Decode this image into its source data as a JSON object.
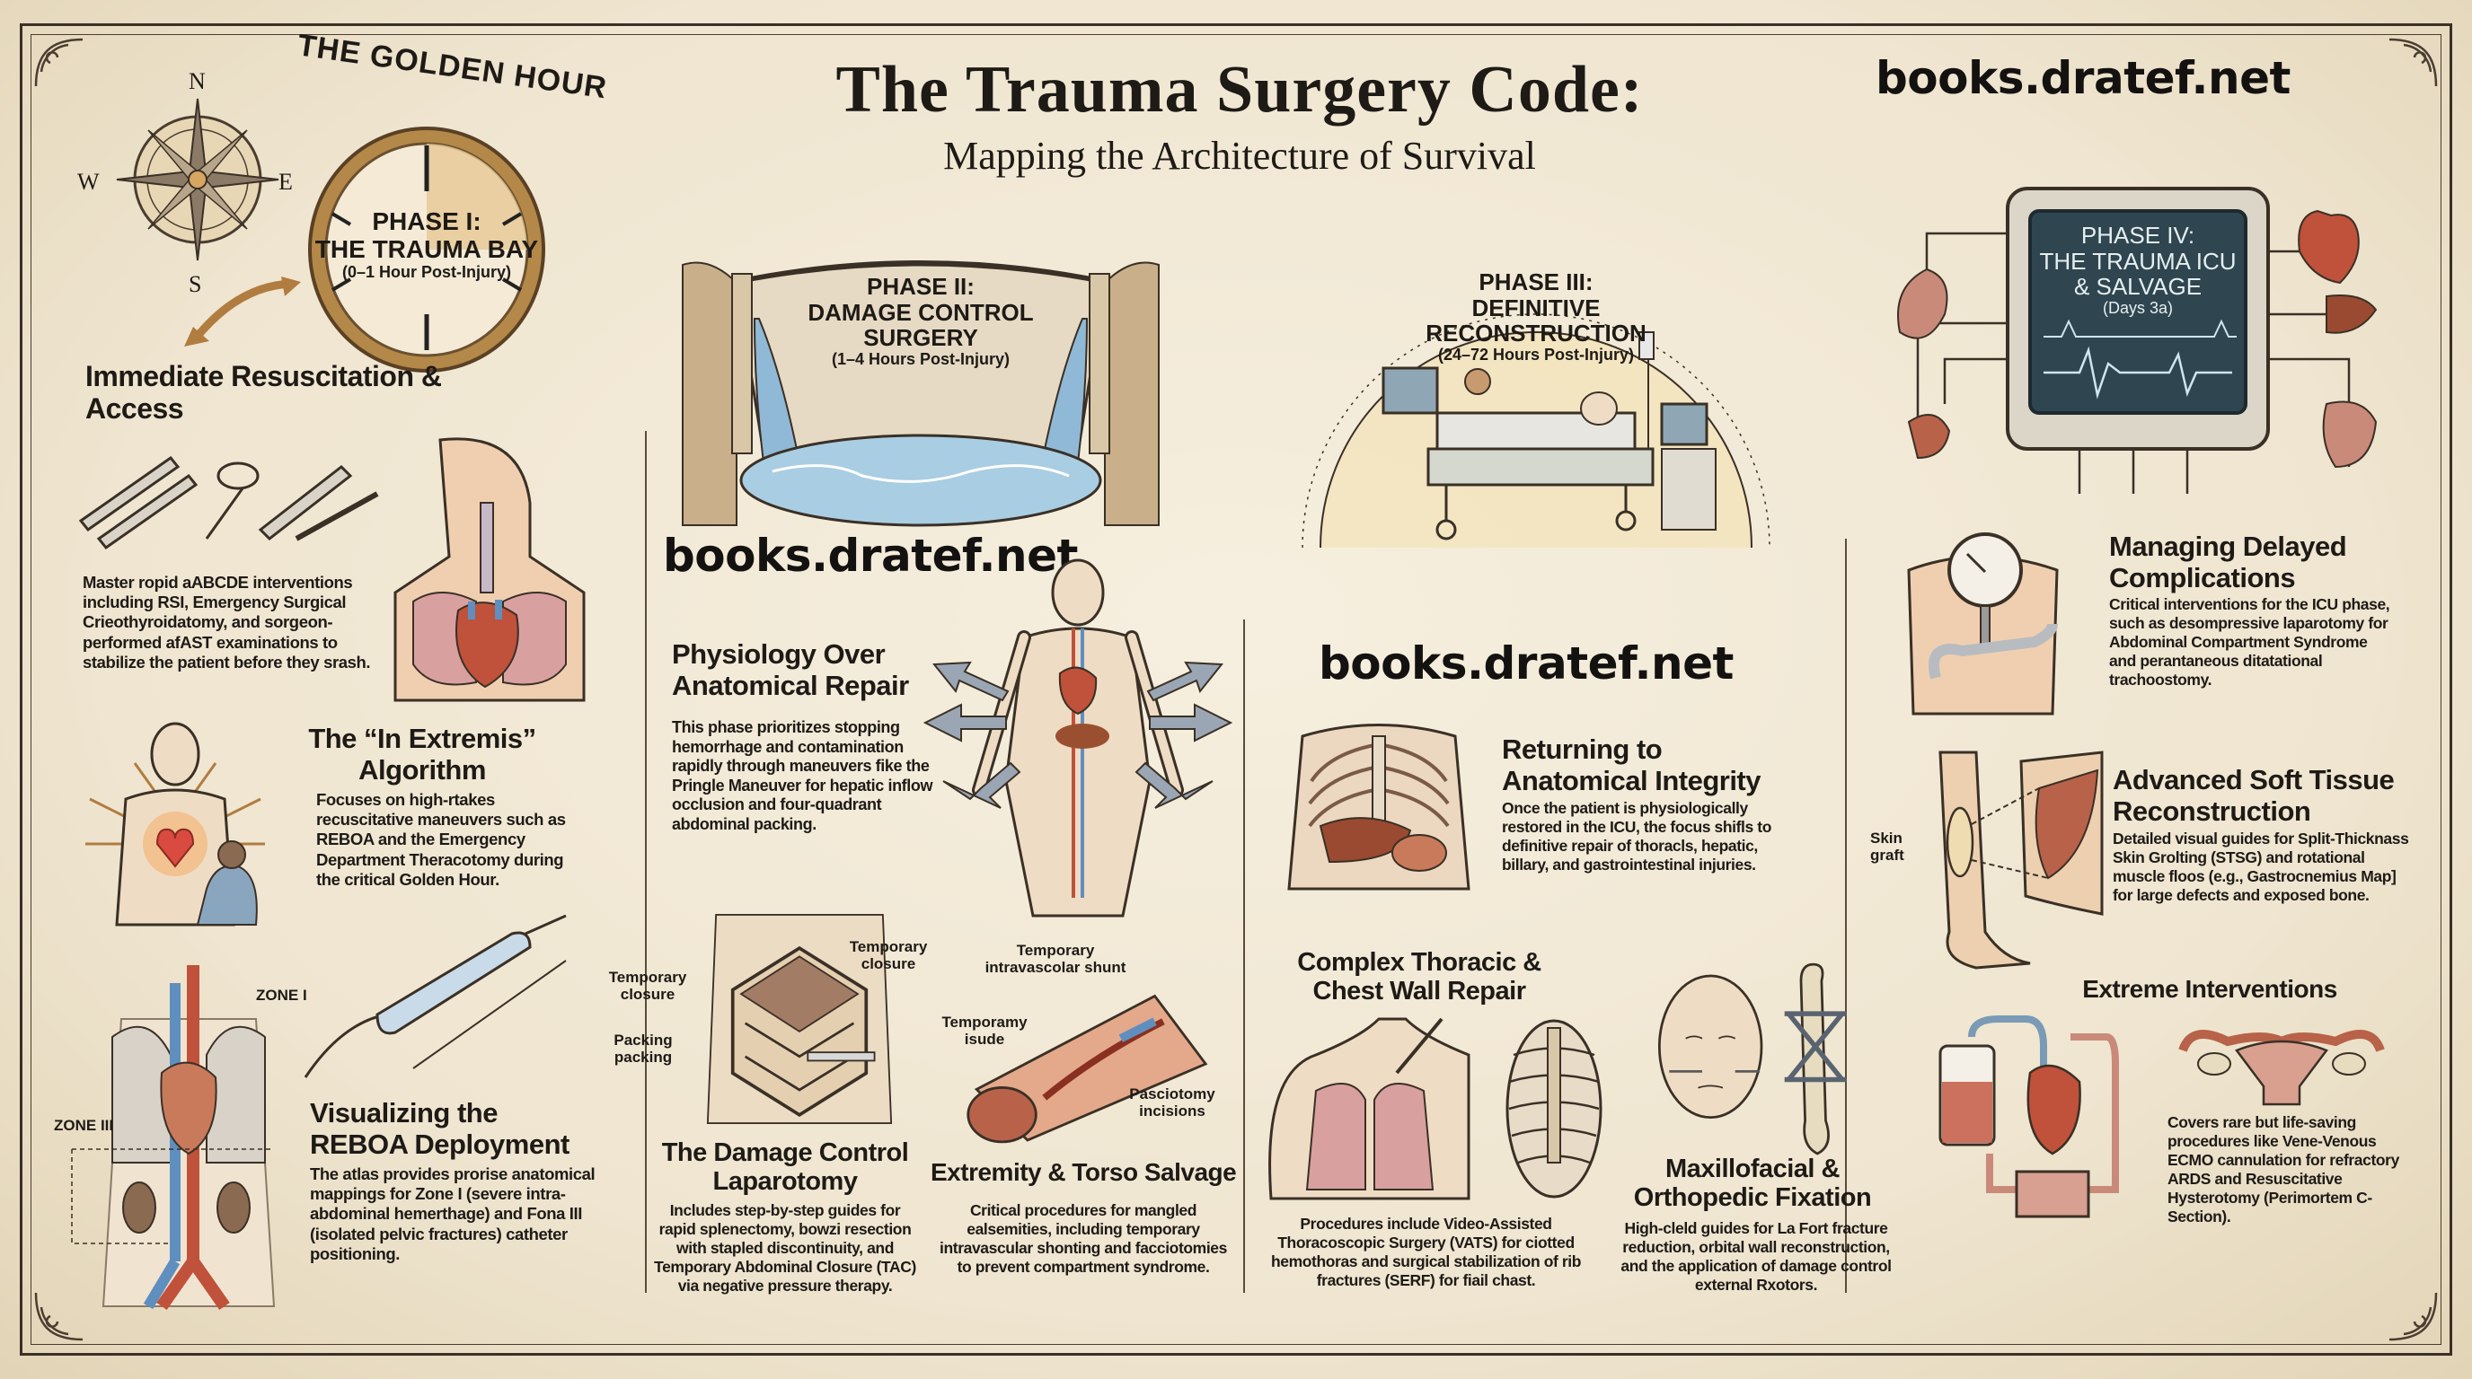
{
  "header": {
    "title": "The Trauma Surgery Code:",
    "subtitle": "Mapping the Architecture of Survival"
  },
  "watermarks": [
    "books.dratef.net",
    "books.dratef.net",
    "books.dratef.net"
  ],
  "compass": {
    "n": "N",
    "e": "E",
    "s": "S",
    "w": "W"
  },
  "phases": [
    {
      "banner": "THE GOLDEN HOUR",
      "name_line1": "PHASE I:",
      "name_line2": "THE TRAUMA BAY",
      "timeframe": "(0–1 Hour Post-Injury)",
      "sections": [
        {
          "heading": "Immediate Resuscitation & Access",
          "body": "Master ropid aABCDE interventions including RSI, Emergency Surgical Crieothyroidatomy, and sorgeon-performed afAST examinations to stabilize the patient before they srash."
        },
        {
          "heading_line1": "The “In Extremis”",
          "heading_line2": "Algorithm",
          "body": "Focuses on high-rtakes recuscitative maneuvers such as REBOA and the Emergency Department Theracotomy during the critical Golden Hour."
        },
        {
          "heading_line1": "Visualizing the",
          "heading_line2": "REBOA Deployment",
          "body": "The atlas provides prorise anatomical mappings for Zone I (severe intra-abdominal hemerthage) and Fona III (isolated pelvic fractures) catheter positioning.",
          "labels": [
            "ZONE I",
            "ZONE III"
          ]
        }
      ]
    },
    {
      "name_line1": "PHASE II:",
      "name_line2": "DAMAGE CONTROL",
      "name_line3": "SURGERY",
      "timeframe": "(1–4 Hours Post-Injury)",
      "sections": [
        {
          "heading_line1": "Physiology Over",
          "heading_line2": "Anatomical Repair",
          "body": "This phase prioritizes stopping hemorrhage and contamination rapidly through maneuvers fike the Pringle Maneuver for hepatic inflow occlusion and four-quadrant abdominal packing."
        },
        {
          "heading_line1": "The Damage Control",
          "heading_line2": "Laparotomy",
          "body": "Includes step-by-step guides for rapid splenectomy, bowzi resection with stapled discontinuity, and Temporary Abdominal Closure (TAC) via negative pressure therapy.",
          "labels": [
            "Temporary closure",
            "Temporary closure",
            "Packing packing"
          ]
        },
        {
          "heading": "Extremity & Torso Salvage",
          "body": "Critical procedures for mangled ealsemities, including temporary intravascular shonting and facciotomies to prevent compartment syndrome.",
          "labels": [
            "Temporary intravascolar shunt",
            "Temporamy isude",
            "Pasciotomy incisions"
          ]
        }
      ]
    },
    {
      "name_line1": "PHASE III:",
      "name_line2": "DEFINITIVE",
      "name_line3": "RECONSTRUCTION",
      "timeframe": "(24–72 Hours Post-Injury)",
      "sections": [
        {
          "heading_line1": "Returning to",
          "heading_line2": "Anatomical Integrity",
          "body": "Once the patient is physiologically restored in the ICU, the focus shifls to definitive repair of thoracls, hepatic, billary, and gastrointestinal injuries."
        },
        {
          "heading_line1": "Complex Thoracic &",
          "heading_line2": "Chest Wall Repair",
          "body": "Procedures include Video-Assisted Thoracoscopic Surgery (VATS) for ciotted hemothoras and surgical stabilization of rib fractures (SERF) for fiail chast."
        },
        {
          "heading_line1": "Maxillofacial &",
          "heading_line2": "Orthopedic Fixation",
          "body": "High-cleld guides for La Fort fracture reduction, orbital wall reconstruction, and the application of damage control external Rxotors."
        }
      ]
    },
    {
      "name_line1": "PHASE IV:",
      "name_line2": "THE TRAUMA ICU",
      "name_line3": "& SALVAGE",
      "timeframe": "(Days 3a)",
      "sections": [
        {
          "heading_line1": "Managing Delayed",
          "heading_line2": "Complications",
          "body": "Critical interventions for the ICU phase, such as desompressive laparotomy for Abdominal Compartment Syndrome and perantaneous ditatational trachoostomy."
        },
        {
          "heading_line1": "Advanced Soft Tissue",
          "heading_line2": "Reconstruction",
          "body": "Detailed visual guides for Split-Thicknass Skin Grolting (STSG) and rotational muscle floos (e.g., Gastrocnemius Map] for large defects and exposed bone.",
          "labels": [
            "Skin graft"
          ]
        },
        {
          "heading": "Extreme Interventions",
          "body": "Covers rare but life-saving procedures like Vene-Venous ECMO cannulation for refractory ARDS and Resuscitative Hysterotomy (Perimortem C-Section)."
        }
      ]
    }
  ],
  "colors": {
    "paper": "#f4ecdb",
    "ink": "#1e1a16",
    "artery": "#c0513a",
    "vein": "#5f8fbf",
    "brass": "#b98a4a",
    "monitor": "#2f4650"
  }
}
